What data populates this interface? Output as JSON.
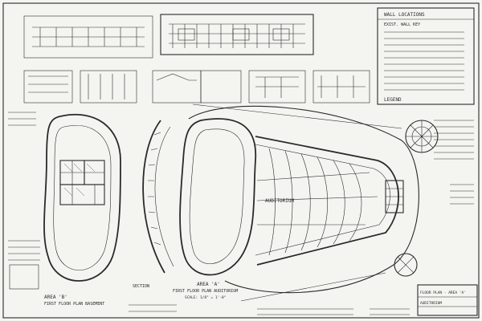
{
  "sheet": {
    "wall_legend_heading": "WALL LOCATIONS",
    "wall_legend_subheading": "EXIST. WALL KEY",
    "legend_heading": "LEGEND",
    "floor_plan_label": "AREA 'A'",
    "floor_plan_title": "FIRST FLOOR PLAN AUDITORIUM",
    "floor_plan_scale": "SCALE: 1/8\" = 1'-0\"",
    "auditorium_label": "AUDITORIUM",
    "left_plan_label": "AREA 'B'",
    "left_plan_title": "FIRST FLOOR PLAN BASEMENT",
    "section_label": "SECTION",
    "title_block_line1": "FLOOR PLAN - AREA 'A'",
    "title_block_line2": "AUDITORIUM"
  }
}
